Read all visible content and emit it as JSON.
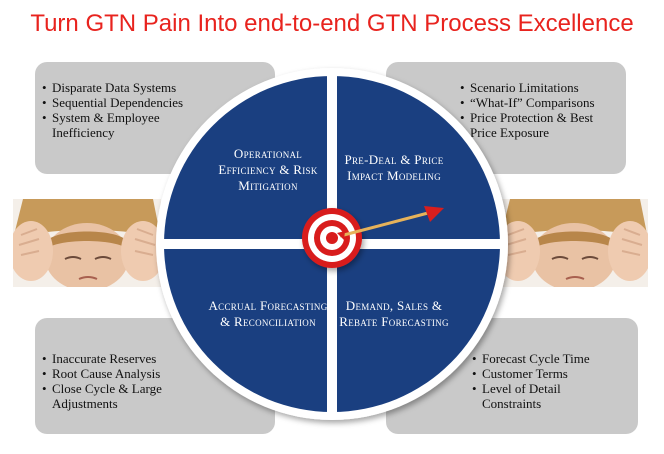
{
  "title": "Turn GTN Pain Into end-to-end GTN Process Excellence",
  "boxes": {
    "top_left": [
      "Disparate Data Systems",
      "Sequential Dependencies",
      "System & Employee Inefficiency"
    ],
    "top_right": [
      "Scenario Limitations",
      "“What-If” Comparisons",
      "Price Protection & Best Price Exposure"
    ],
    "bottom_left": [
      "Inaccurate Reserves",
      "Root Cause Analysis",
      "Close Cycle & Large Adjustments"
    ],
    "bottom_right": [
      "Forecast Cycle Time",
      "Customer Terms",
      "Level of Detail Constraints"
    ]
  },
  "quadrants": {
    "top_left": "Operational Efficiency & Risk Mitigation",
    "top_right": "Pre-Deal & Price Impact Modeling",
    "bottom_left": "Accrual Forecasting & Reconciliation",
    "bottom_right": "Demand, Sales & Rebate Forecasting"
  },
  "colors": {
    "title": "#e8231e",
    "circle": "#1a3f80",
    "box": "#c9c9c9",
    "target_red": "#d81e1e"
  }
}
